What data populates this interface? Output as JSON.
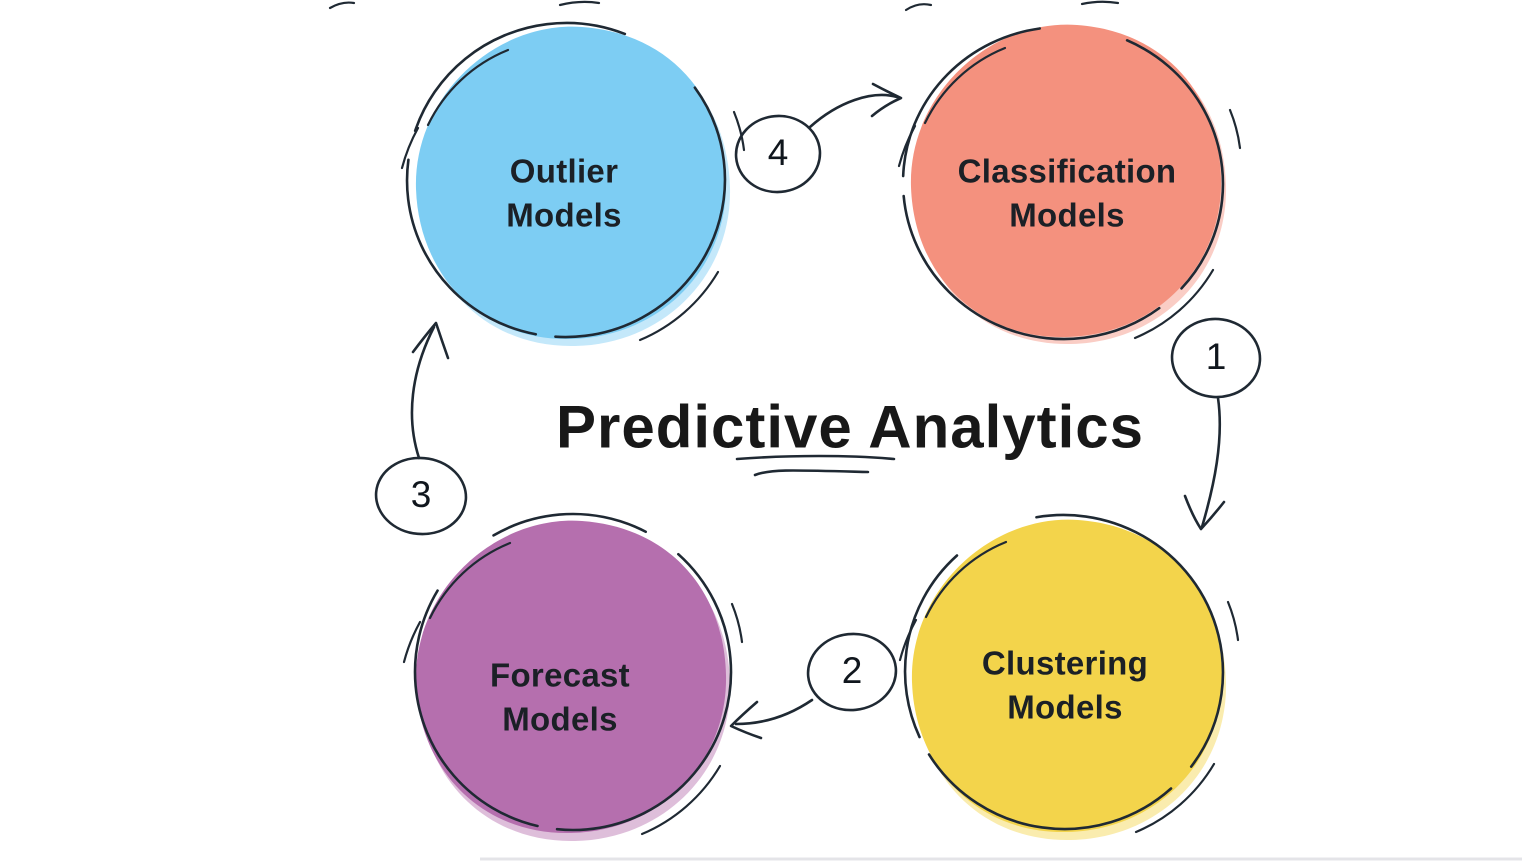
{
  "title": "Predictive Analytics",
  "colors": {
    "background": "#ffffff",
    "ink": "#1f2933",
    "text": "#1b2026"
  },
  "nodes": [
    {
      "id": "outlier-models",
      "label": "Outlier\nModels",
      "color": "#7dcdf3",
      "position": "top-left"
    },
    {
      "id": "classification-models",
      "label": "Classification\nModels",
      "color": "#f4917e",
      "position": "top-right"
    },
    {
      "id": "clustering-models",
      "label": "Clustering\nModels",
      "color": "#f3d44b",
      "position": "bottom-right"
    },
    {
      "id": "forecast-models",
      "label": "Forecast\nModels",
      "color": "#b56fae",
      "position": "bottom-left"
    }
  ],
  "steps": [
    {
      "number": "1",
      "from": "classification-models",
      "to": "clustering-models"
    },
    {
      "number": "2",
      "from": "clustering-models",
      "to": "forecast-models"
    },
    {
      "number": "3",
      "from": "forecast-models",
      "to": "outlier-models"
    },
    {
      "number": "4",
      "from": "outlier-models",
      "to": "classification-models"
    }
  ]
}
